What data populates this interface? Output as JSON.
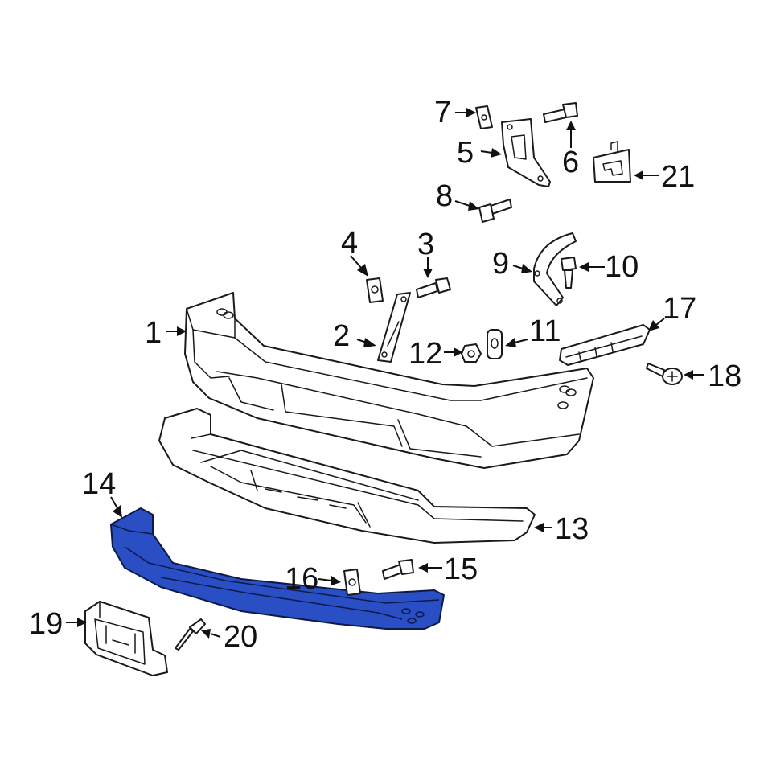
{
  "highlight_color": "#2a4fc4",
  "callouts": [
    {
      "id": "1",
      "label": "1"
    },
    {
      "id": "2",
      "label": "2"
    },
    {
      "id": "3",
      "label": "3"
    },
    {
      "id": "4",
      "label": "4"
    },
    {
      "id": "5",
      "label": "5"
    },
    {
      "id": "6",
      "label": "6"
    },
    {
      "id": "7",
      "label": "7"
    },
    {
      "id": "8",
      "label": "8"
    },
    {
      "id": "9",
      "label": "9"
    },
    {
      "id": "10",
      "label": "10"
    },
    {
      "id": "11",
      "label": "11"
    },
    {
      "id": "12",
      "label": "12"
    },
    {
      "id": "13",
      "label": "13"
    },
    {
      "id": "14",
      "label": "14"
    },
    {
      "id": "15",
      "label": "15"
    },
    {
      "id": "16",
      "label": "16"
    },
    {
      "id": "17",
      "label": "17"
    },
    {
      "id": "18",
      "label": "18"
    },
    {
      "id": "19",
      "label": "19"
    },
    {
      "id": "20",
      "label": "20"
    },
    {
      "id": "21",
      "label": "21"
    }
  ]
}
